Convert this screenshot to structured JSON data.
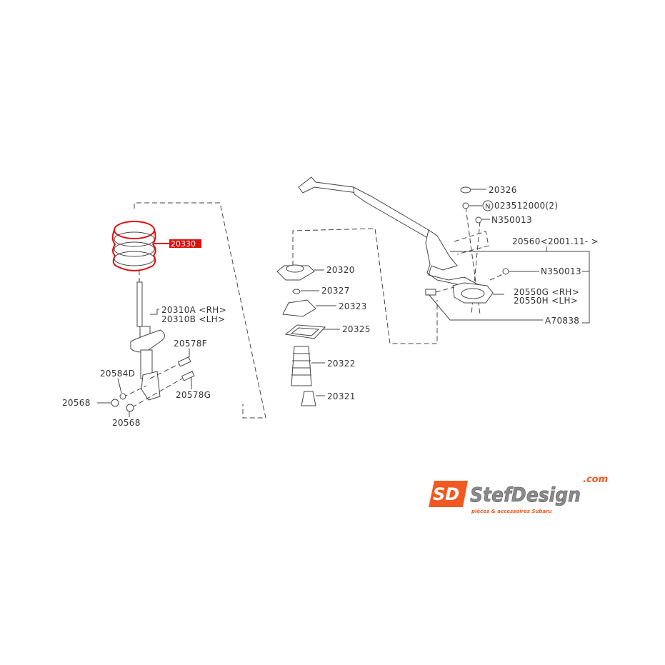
{
  "diagram": {
    "highlight_color": "#e01010",
    "labels": {
      "spring": "20330",
      "strut_rh": "20310A <RH>",
      "strut_lh": "20310B <LH>",
      "bolt_f": "20578F",
      "washer": "20584D",
      "bolt_g": "20578G",
      "nut_left": "20568",
      "nut_bottom": "20568",
      "mount": "20320",
      "washer_top": "20327",
      "seat": "20323",
      "rubber_seat": "20325",
      "boot": "20322",
      "bump_stop": "20321",
      "cap": "20326",
      "nut_n": "023512000(2)",
      "nut_n_symbol": "N",
      "nut_upper": "N350013",
      "bar": "20560<2001.11-  >",
      "nut_side": "N350013",
      "bracket_rh": "20550G <RH>",
      "bracket_lh": "20550H <LH>",
      "bolt_a": "A70838"
    }
  },
  "logo": {
    "brand": "StefDesign",
    "tld": ".com",
    "tagline": "pièces & accessoires Subaru",
    "mark": "SD",
    "brand_color": "#f05a22"
  }
}
